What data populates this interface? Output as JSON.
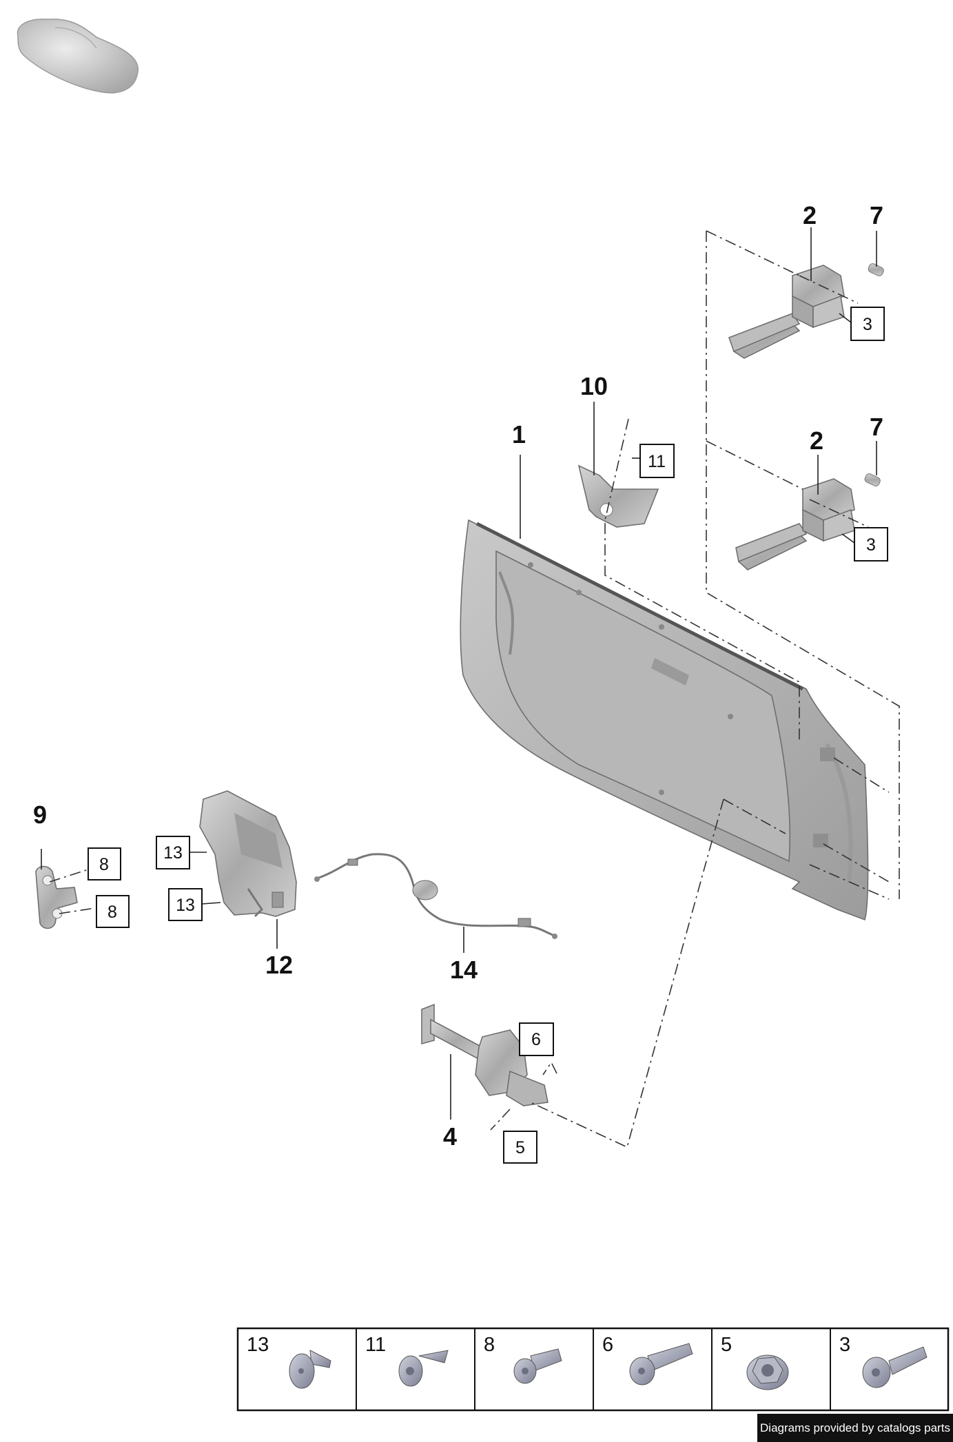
{
  "callouts": {
    "door_shell": "1",
    "hinge_upper": "2",
    "hinge_lower": "2",
    "plug_upper": "7",
    "plug_lower": "7",
    "bracket": "10",
    "door_check": "4",
    "striker": "9",
    "lock": "12",
    "cable": "14"
  },
  "boxed_labels": {
    "screw_hinge_upper": "3",
    "screw_hinge_lower": "3",
    "screw_bracket": "11",
    "screw_striker_upper": "8",
    "screw_striker_lower": "8",
    "screw_lock_upper": "13",
    "screw_lock_lower": "13",
    "screw_check_upper": "6",
    "screw_check_lower": "5"
  },
  "fastener_legend": [
    {
      "number": "13",
      "icon": "flat-head-screw-icon"
    },
    {
      "number": "11",
      "icon": "torx-pan-screw-icon"
    },
    {
      "number": "8",
      "icon": "torx-bolt-icon"
    },
    {
      "number": "6",
      "icon": "long-torx-bolt-icon"
    },
    {
      "number": "5",
      "icon": "hex-flange-nut-icon"
    },
    {
      "number": "3",
      "icon": "shoulder-torx-bolt-icon"
    }
  ],
  "credit": "Diagrams provided by catalogs parts"
}
